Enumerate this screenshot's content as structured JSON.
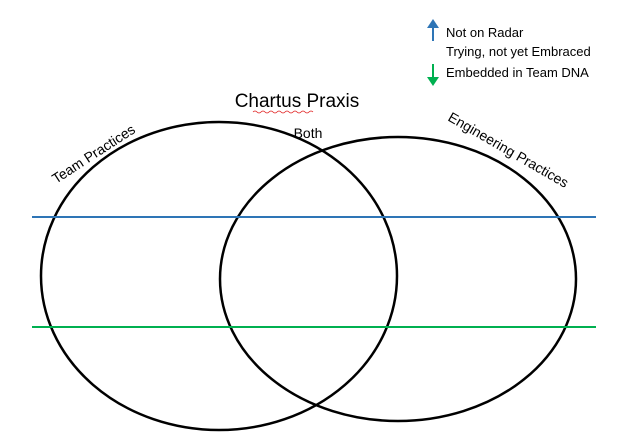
{
  "legend": {
    "items": [
      {
        "arrow": "up-arrow-icon",
        "label": "Not on Radar",
        "color": "#2e75b6"
      },
      {
        "arrow": "",
        "label": "Trying, not yet Embraced",
        "color": ""
      },
      {
        "arrow": "down-arrow-icon",
        "label": "Embedded in Team DNA",
        "color": "#00b050"
      }
    ]
  },
  "diagram": {
    "title": "Chartus Praxis",
    "left_label": "Team Practices",
    "center_label": "Both",
    "right_label": "Engineering Practices",
    "upper_line_color": "#2e75b6",
    "lower_line_color": "#00b050",
    "circle_color": "#000000"
  }
}
